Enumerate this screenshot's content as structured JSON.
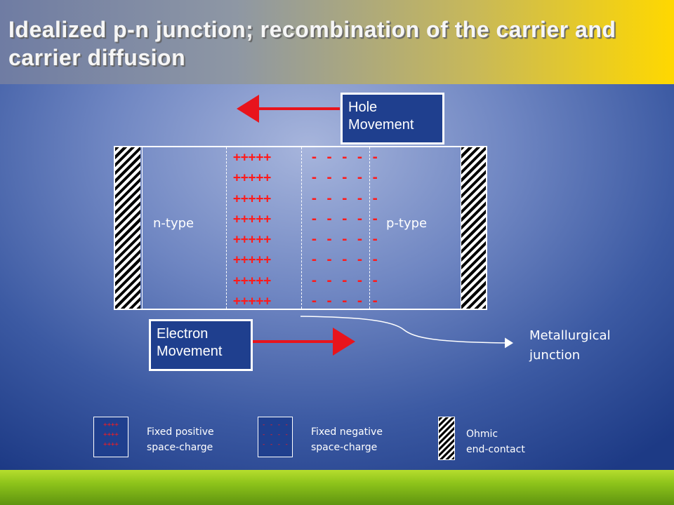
{
  "title": "Idealized p-n junction; recombination of the carrier and carrier diffusion",
  "hole_label_line1": "Hole",
  "hole_label_line2": "Movement",
  "electron_label_line1": "Electron",
  "electron_label_line2": "Movement",
  "n_type_label": "n-type",
  "p_type_label": "p-type",
  "positive_charges": [
    "+++++",
    "+++++",
    "+++++",
    "+++++",
    "+++++",
    "+++++",
    "+++++",
    "+++++"
  ],
  "negative_charges": [
    "- - - - -",
    "- - - - -",
    "- - - - -",
    "- - - - -",
    "- - - - -",
    "- - - - -",
    "- - - - -",
    "- - - - -"
  ],
  "metallurgical_line1": "Metallurgical",
  "metallurgical_line2": "junction",
  "legend": {
    "positive_symbol": [
      "++++",
      "++++",
      "++++"
    ],
    "positive_line1": "Fixed positive",
    "positive_line2": "space-charge",
    "negative_symbol": [
      "- - - -",
      "- - - -",
      "- - - -"
    ],
    "negative_line1": "Fixed negative",
    "negative_line2": "space-charge",
    "contact_line1": "Ohmic",
    "contact_line2": "end-contact"
  },
  "colors": {
    "arrow": "#e8141c",
    "charge": "#ff1a1a",
    "label_box": "#1f3f8e"
  }
}
